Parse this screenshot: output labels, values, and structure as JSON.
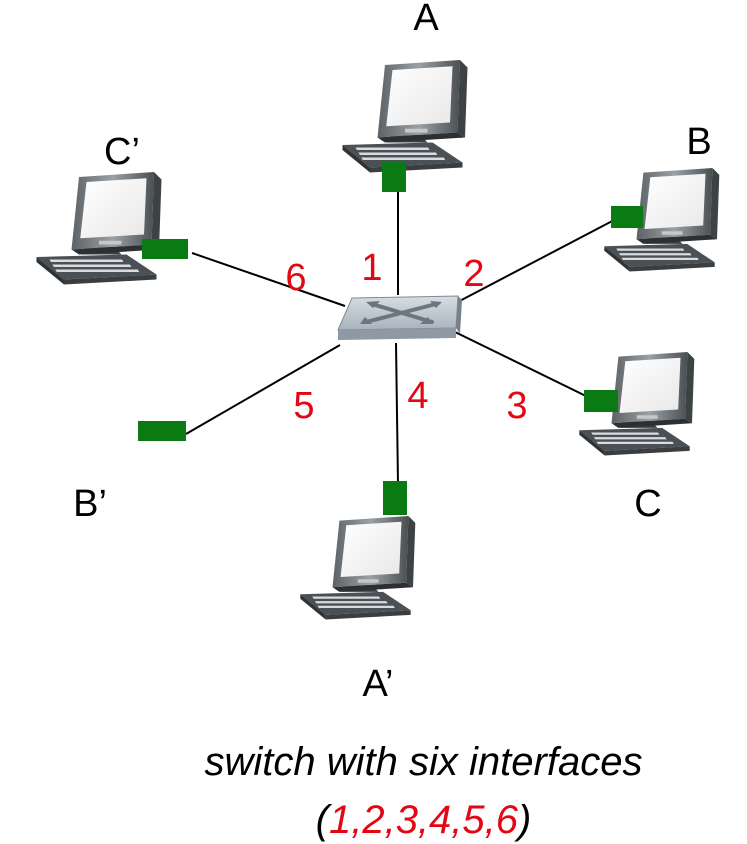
{
  "hosts": [
    {
      "id": "A",
      "label": "A"
    },
    {
      "id": "B",
      "label": "B"
    },
    {
      "id": "C",
      "label": "C"
    },
    {
      "id": "A_prime",
      "label": "A’"
    },
    {
      "id": "B_prime",
      "label": "B’"
    },
    {
      "id": "C_prime",
      "label": "C’"
    }
  ],
  "interfaces": [
    "1",
    "2",
    "3",
    "4",
    "5",
    "6"
  ],
  "caption": {
    "line1": "switch with six interfaces",
    "open_paren": "(",
    "numbers": "1,2,3,4,5,6",
    "close_paren": ")"
  },
  "colors": {
    "link": "#000000",
    "interface_card": "#0a7a12",
    "port_number": "#e30613",
    "switch_top": "#b9c3cc",
    "switch_side": "#8e99a3"
  },
  "icons": {
    "host": "desktop-computer-icon",
    "switch": "ethernet-switch-icon"
  }
}
